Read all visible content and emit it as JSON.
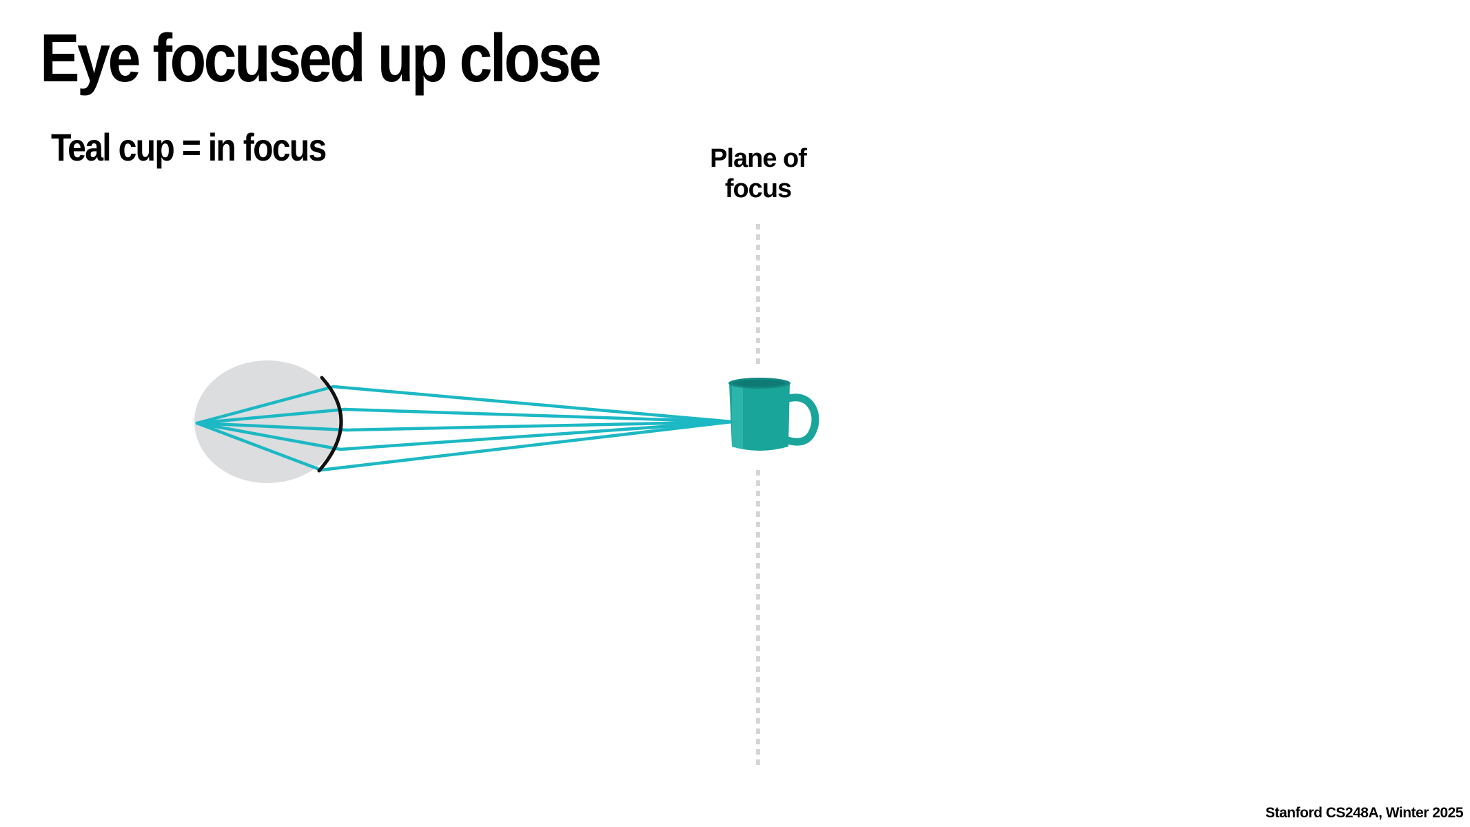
{
  "slide": {
    "title": "Eye focused up close",
    "subtitle": "Teal cup = in focus",
    "plane_label_line1": "Plane of",
    "plane_label_line2": "focus",
    "footer": "Stanford CS248A, Winter 2025"
  },
  "colors": {
    "ray": "#1cb8c4",
    "eyeball": "#dcdddf",
    "lens": "#111111",
    "plane_line": "#d6d6d6",
    "cup_body": "#1aa59b",
    "cup_dark": "#128a82",
    "cup_light": "#3cc2b6"
  },
  "icons": {
    "eye": "eyeball-icon",
    "lens": "lens-arc-icon",
    "cup": "teal-cup-icon"
  }
}
